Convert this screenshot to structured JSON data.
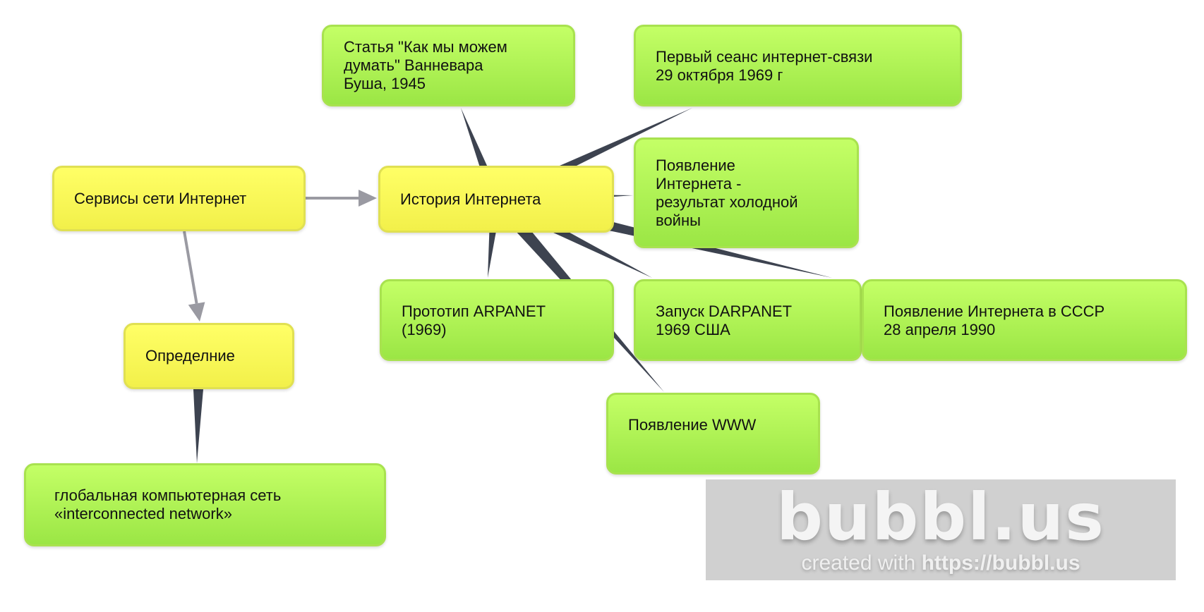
{
  "nodes": {
    "article": "Статья \"Как мы можем\nдумать\" Ванневара\nБуша, 1945",
    "first_session": "Первый сеанс интернет-связи\n  29 октября 1969 г",
    "services": "Сервисы сети Интернет",
    "history": "История Интернета",
    "cold_war": "Появление\nИнтернета -\nрезультат холодной\nвойны",
    "arpanet": "Прототип ARPANET\n(1969)",
    "darpanet": "Запуск DARPANET\n1969 США",
    "ussr": "Появление Интернета в СССР\n28 апреля 1990",
    "www": "Появление WWW",
    "definition": "Определние",
    "global": "глобальная компьютерная сеть\n«interconnected network»"
  },
  "watermark": {
    "logo": "bubbl.us",
    "created_with": "created with ",
    "url": "https://bubbl.us"
  },
  "colors": {
    "leaf": "#b5f25a",
    "main": "#fafa5a",
    "connector": "#3d4350",
    "arrow": "#9a9aa2"
  }
}
